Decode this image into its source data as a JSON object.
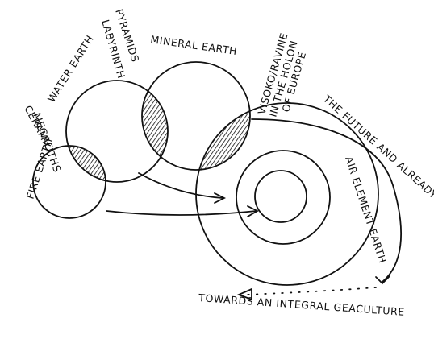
{
  "labels": {
    "fire_earth": "FIRE EARTH",
    "ceramic": "CERAMIC",
    "megaliths": "MEGALITHS",
    "water_earth": "WATER EARTH",
    "pyramids": "PYRAMIDS",
    "labyrinth": "LABYRINTH",
    "mineral_earth": "MINERAL EARTH",
    "visoko_ravine": "VISOKO/RAVINE",
    "in_the_holon": "IN THE HOLON",
    "of_europe": "OF EUROPE",
    "future": "THE FUTURE AND ALREADY EXISTENT",
    "air_element_earth": "AIR ELEMENT EARTH",
    "towards": "TOWARDS AN INTEGRAL GEACULTURE"
  },
  "colors": {
    "ink": "#111111",
    "paper": "#ffffff"
  }
}
